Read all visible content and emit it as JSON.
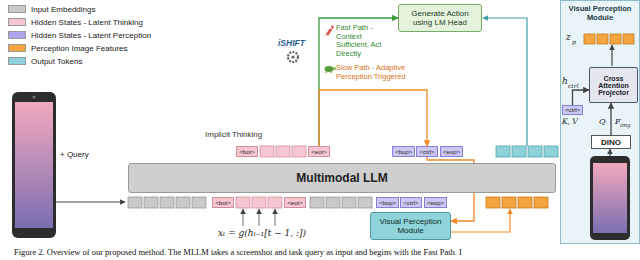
{
  "diagram": {
    "caption": "Figure 2. Overview of our proposed method. The MLLM takes a screenshot and task query as input and begins with the Fast Path. I",
    "nodes": [
      {
        "text": [
          "Generate Action using LM Head"
        ]
      },
      {
        "text": [
          "Visual Perception Module"
        ]
      },
      {
        "text": [
          "Cross Attention Projector"
        ],
        "in": 1
      },
      {
        "text": [
          "<ctrl>"
        ],
        "in": 1
      },
      {
        "text": [
          "DINO"
        ],
        "in": 1
      },
      {
        "text": [
          "<bot>"
        ]
      },
      {
        "text": [
          "<eot>"
        ]
      },
      {
        "text": [
          "<bop>"
        ]
      },
      {
        "text": [
          "<ctrl>"
        ]
      },
      {
        "text": [
          "<eop>"
        ]
      },
      {
        "text": [
          "Multimodal LLM"
        ]
      },
      {
        "text": [
          "<bot>"
        ]
      },
      {
        "text": [
          "<eot>"
        ]
      },
      {
        "text": [
          "<bop>"
        ]
      },
      {
        "text": [
          "<ctrl>"
        ]
      },
      {
        "text": [
          "<eop>"
        ]
      },
      {
        "text": [
          "Visual Perception Module"
        ]
      }
    ],
    "edges": [
      {
        "from": 6,
        "to": 0,
        "arrow": "to"
      },
      {
        "from": 6,
        "to": 8,
        "arrow": "to"
      },
      {
        "from": 8,
        "to": 16,
        "arrow": "to"
      },
      {
        "from": 3,
        "to": 2,
        "arrow": "to"
      },
      {
        "from": 4,
        "to": 2,
        "arrow": "to"
      }
    ],
    "labels": [
      "iSHIFT",
      "Fast Path - Context Sufficient, Act Directly",
      "Slow Path - Adaptive Perception Triggered",
      "Implicit Thinking",
      "+ Query",
      "xₜ = g(hₜ₋₁[t − 1, :])",
      "z",
      "p",
      "h",
      "ctrl",
      "K, V",
      "Q",
      "F",
      "img"
    ],
    "legend": [
      {
        "text": "Input Embeddings",
        "color": "#c9c9c9"
      },
      {
        "text": "Hidden States - Latent Thinking",
        "color": "#f6c7d0"
      },
      {
        "text": "Hidden States - Latent Perception",
        "color": "#a9a6ea"
      },
      {
        "text": "Perception Image Features",
        "color": "#f5a540"
      },
      {
        "text": "Output Tokens",
        "color": "#8fd1d8"
      }
    ]
  }
}
